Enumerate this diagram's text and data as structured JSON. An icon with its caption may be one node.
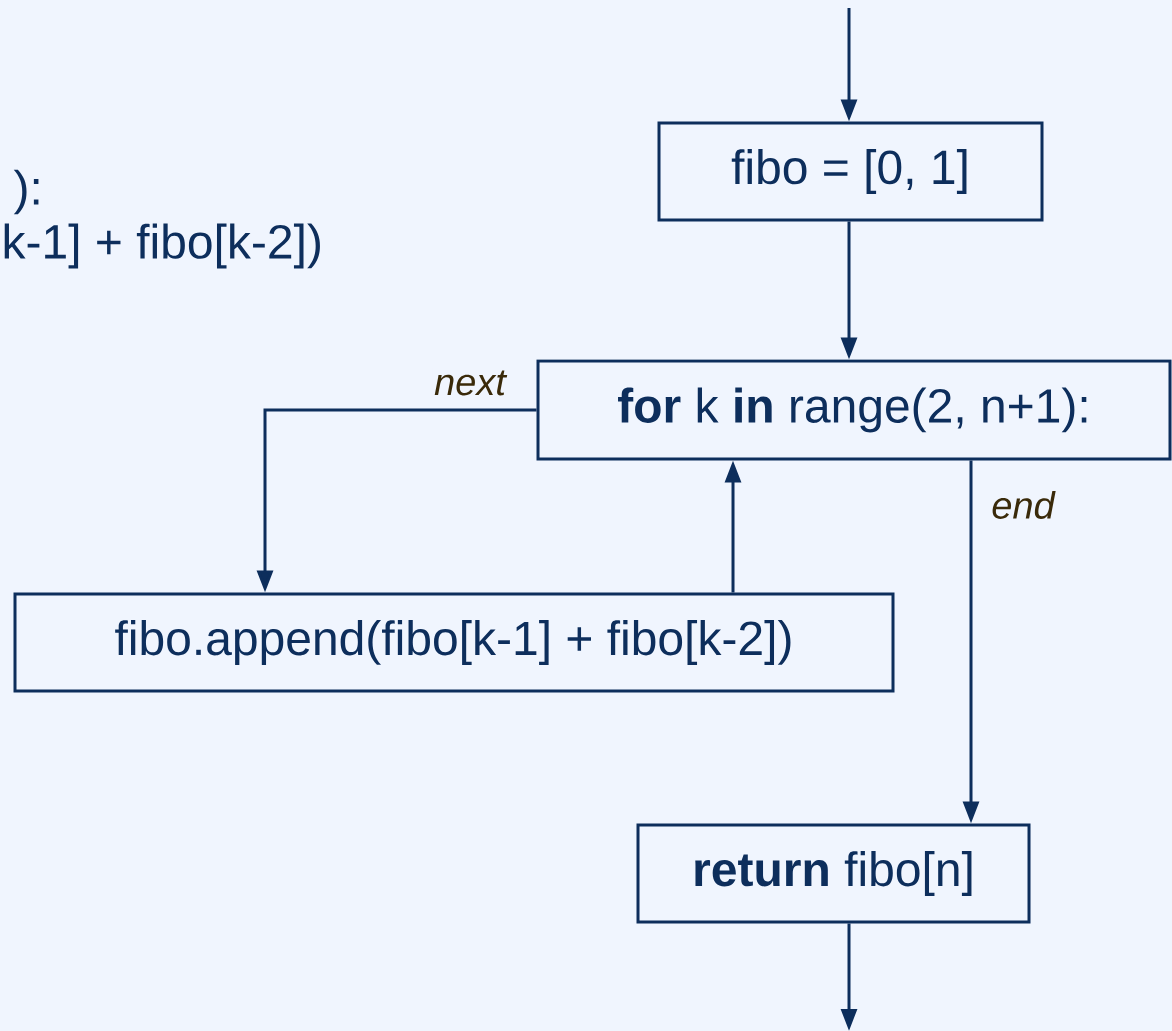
{
  "diagram": {
    "nodes": [
      {
        "text": [
          "fibo = [0, 1]"
        ]
      },
      {
        "text": [
          "**for** k **in** range(2, n+1):"
        ]
      },
      {
        "text": [
          "fibo.append(fibo[k-1] + fibo[k-2])"
        ]
      },
      {
        "text": [
          "**return** fibo[n]"
        ]
      }
    ],
    "edges": [
      {
        "from": null,
        "to": 0,
        "arrow": "to"
      },
      {
        "from": 0,
        "to": 1,
        "arrow": "to"
      },
      {
        "from": 1,
        "to": 2,
        "arrow": "to",
        "label": "next"
      },
      {
        "from": 2,
        "to": 1,
        "arrow": "to"
      },
      {
        "from": 1,
        "to": 3,
        "arrow": "to",
        "label": "end"
      },
      {
        "from": 3,
        "to": null,
        "arrow": "to"
      }
    ],
    "labels": [
      "):",
      "k-1] + fibo[k-2])"
    ]
  }
}
